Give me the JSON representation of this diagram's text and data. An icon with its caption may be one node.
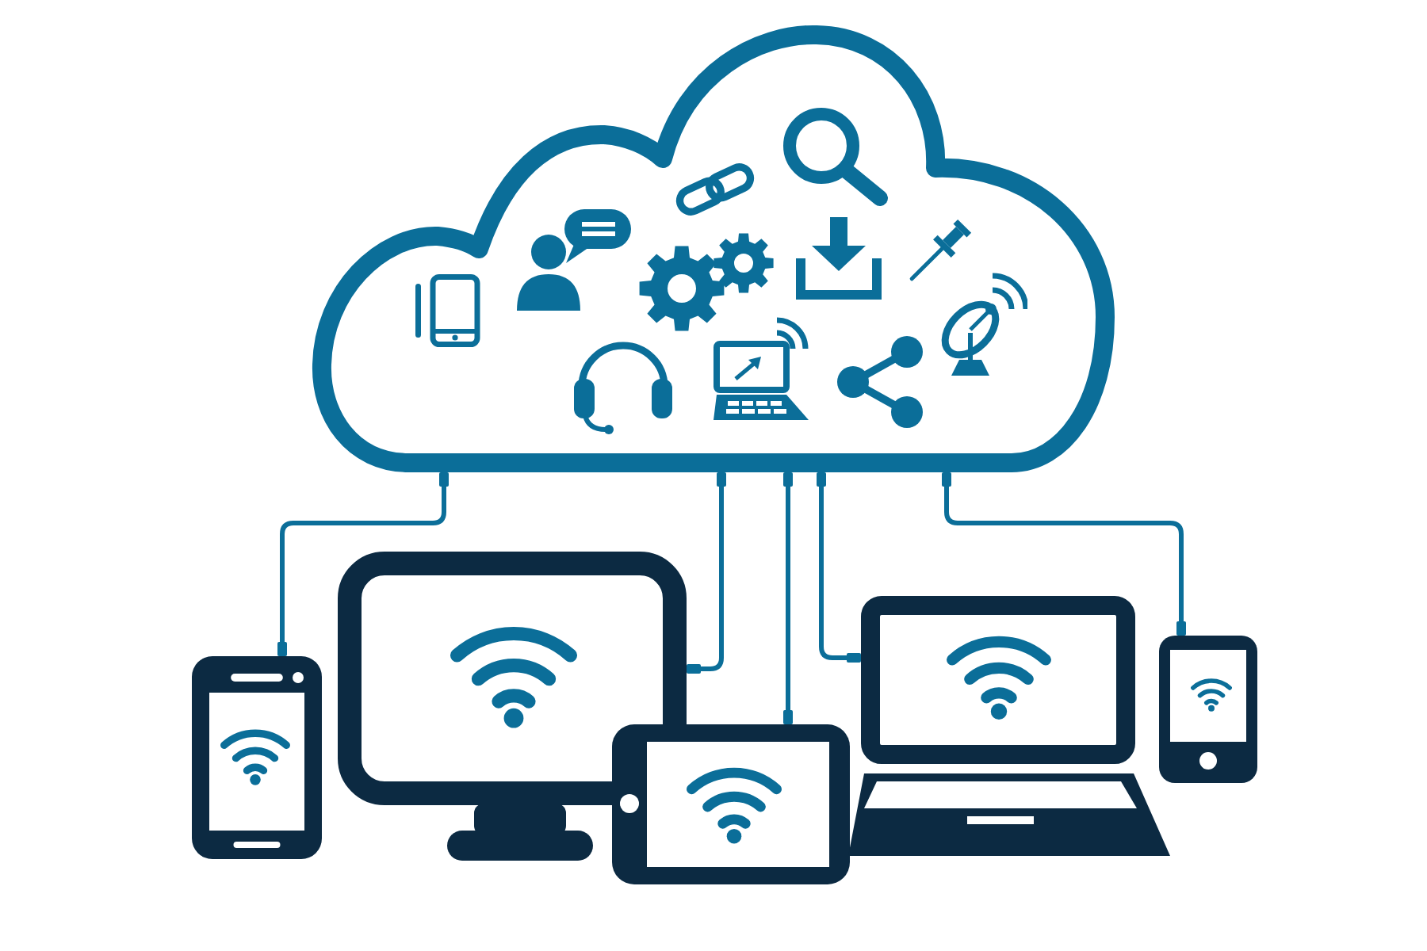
{
  "diagram": {
    "nodes": [
      {
        "text": [],
        "shape": "cloud"
      },
      {
        "text": [],
        "shape": "phone"
      },
      {
        "text": [],
        "shape": "monitor"
      },
      {
        "text": [],
        "shape": "tablet"
      },
      {
        "text": [],
        "shape": "laptop"
      },
      {
        "text": [],
        "shape": "phone"
      }
    ],
    "edges": [
      {
        "from": 0,
        "to": 1,
        "arrow": "other"
      },
      {
        "from": 0,
        "to": 2,
        "arrow": "other"
      },
      {
        "from": 0,
        "to": 3,
        "arrow": "other"
      },
      {
        "from": 0,
        "to": 4,
        "arrow": "other"
      },
      {
        "from": 0,
        "to": 5,
        "arrow": "other"
      }
    ]
  }
}
